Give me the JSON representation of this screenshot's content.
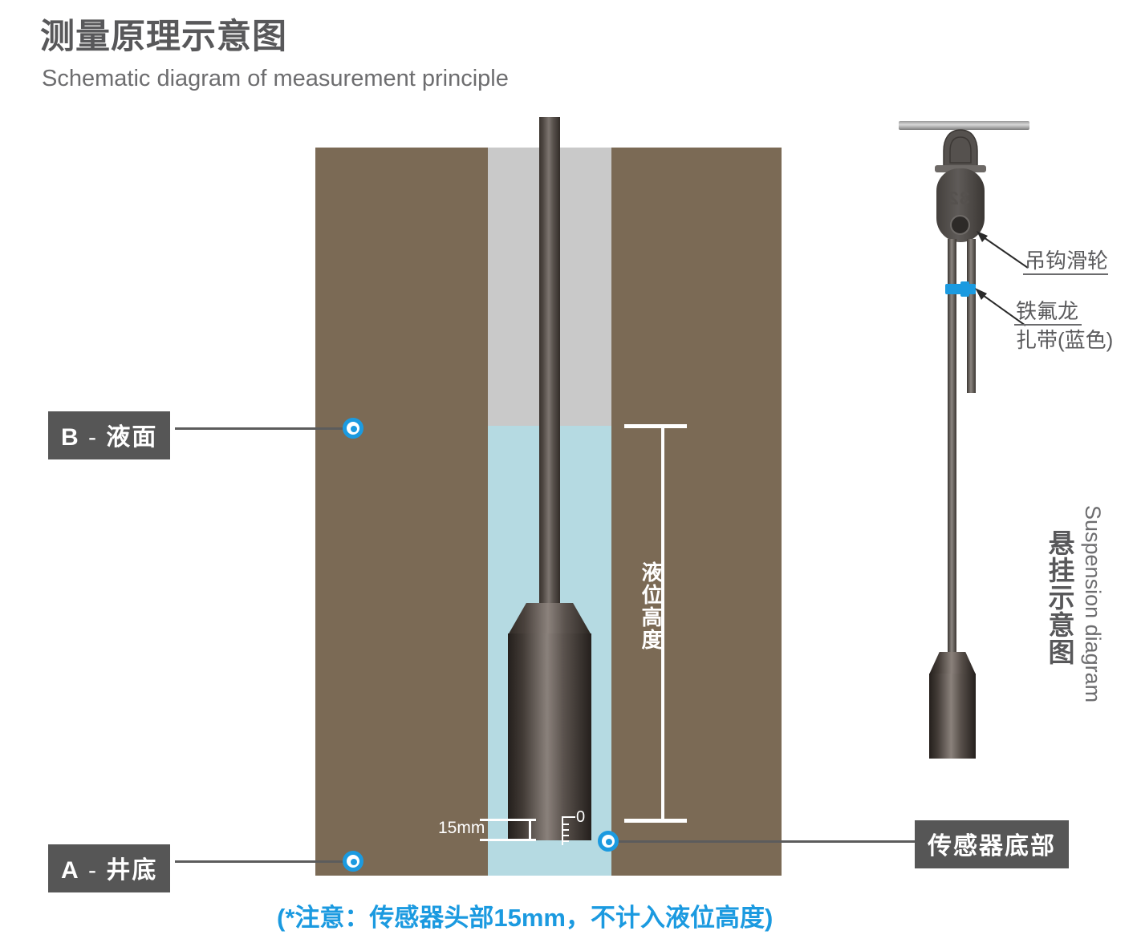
{
  "title": {
    "cn": "测量原理示意图",
    "en": "Schematic diagram of measurement principle"
  },
  "well_diagram": {
    "labels": {
      "liquid_surface": {
        "key": "B",
        "sep": " - ",
        "text": "液面"
      },
      "well_bottom": {
        "key": "A",
        "sep": " - ",
        "text": "井底"
      },
      "sensor_bottom": "传感器底部"
    },
    "dimensions": {
      "liquid_height_label": "液位高度",
      "head_offset": "15mm",
      "scale_zero": "0"
    }
  },
  "suspension_diagram": {
    "title_cn": "悬挂示意图",
    "title_en": "Suspension diagram",
    "pulley_mark": "32",
    "annotations": {
      "pulley": "吊钩滑轮",
      "tie_line1": "铁氟龙",
      "tie_line2": "扎带(蓝色)"
    }
  },
  "note": "(*注意：传感器头部15mm，不计入液位高度)",
  "colors": {
    "earth": "#7b6a55",
    "air": "#c9c9c9",
    "water": "#b5dae2",
    "accent_blue": "#1b9ae0",
    "badge_gray": "#565656",
    "text_gray": "#58585a"
  }
}
